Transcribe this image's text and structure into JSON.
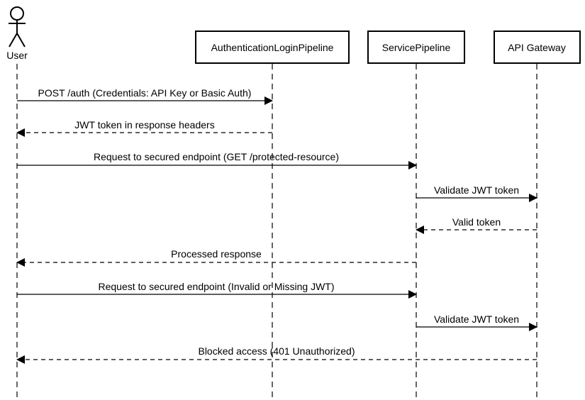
{
  "actor": {
    "label": "User"
  },
  "participants": [
    {
      "id": "auth",
      "label": "AuthenticationLoginPipeline"
    },
    {
      "id": "service",
      "label": "ServicePipeline"
    },
    {
      "id": "gateway",
      "label": "API Gateway"
    }
  ],
  "messages": [
    {
      "from": "user",
      "to": "auth",
      "style": "solid",
      "label": "POST /auth (Credentials: API Key or Basic Auth)"
    },
    {
      "from": "auth",
      "to": "user",
      "style": "dashed",
      "label": "JWT token in response headers"
    },
    {
      "from": "user",
      "to": "service",
      "style": "solid",
      "label": "Request to secured endpoint (GET /protected-resource)"
    },
    {
      "from": "service",
      "to": "gateway",
      "style": "solid",
      "label": "Validate JWT token"
    },
    {
      "from": "gateway",
      "to": "service",
      "style": "dashed",
      "label": "Valid token"
    },
    {
      "from": "service",
      "to": "user",
      "style": "dashed",
      "label": "Processed response"
    },
    {
      "from": "user",
      "to": "service",
      "style": "solid",
      "label": "Request to secured endpoint (Invalid or Missing JWT)"
    },
    {
      "from": "service",
      "to": "gateway",
      "style": "solid",
      "label": "Validate JWT token"
    },
    {
      "from": "gateway",
      "to": "user",
      "style": "dashed",
      "label": "Blocked access (401 Unauthorized)"
    }
  ]
}
